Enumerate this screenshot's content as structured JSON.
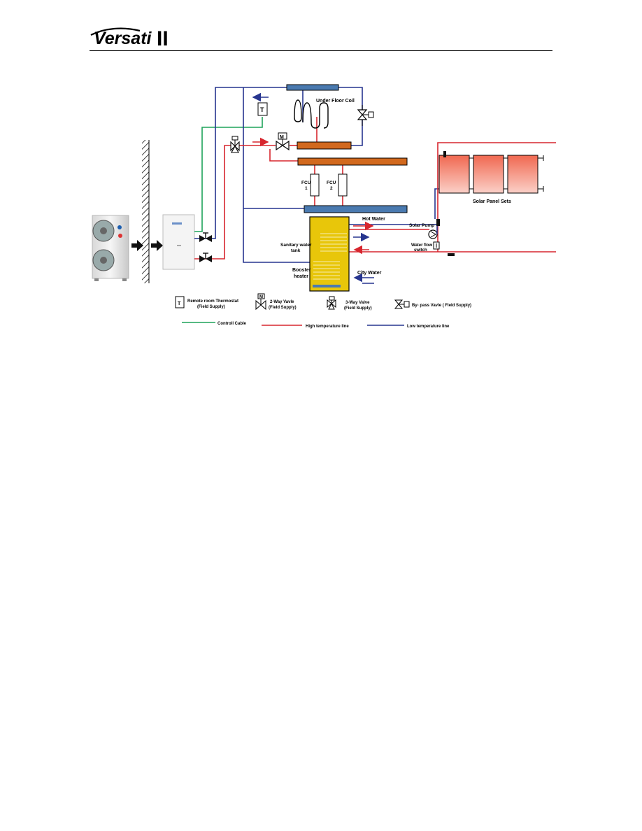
{
  "header": {
    "logo_text": "Versati",
    "logo_suffix": "II"
  },
  "diagram": {
    "labels": {
      "under_floor_coil": "Under Floor Coil",
      "fcu1_line1": "FCU",
      "fcu1_line2": "1",
      "fcu2_line1": "FCU",
      "fcu2_line2": "2",
      "solar_panel_sets": "Solar Panel Sets",
      "hot_water": "Hot  Water",
      "solar_pump": "Solar Pump",
      "water_flow_switch_line1": "Water flow",
      "water_flow_switch_line2": "switch",
      "sanitary_tank_line1": "Sanitary water",
      "sanitary_tank_line2": "tank",
      "booster_heater_line1": "Booster",
      "booster_heater_line2": "heater",
      "city_water": "City  Water",
      "thermostat_symbol": "T",
      "motor_symbol": "M"
    },
    "legend": {
      "thermostat_line1": "Remote room Thermostat",
      "thermostat_line2": "(Field Supply)",
      "two_way_line1": "2-Way Vavle",
      "two_way_line2": "(Field Supply)",
      "three_way_line1": "3-Way Valve",
      "three_way_line2": "(Field Supply)",
      "bypass": "By- pass Vavle ( Field Supply)",
      "control_cable": "Controll Cable",
      "high_temp": "High temperature line",
      "low_temp": "Low temperature line"
    },
    "colors": {
      "high_temperature": "#d7262e",
      "low_temperature": "#27358f",
      "control_cable": "#1ea35a",
      "manifold_blue": "#4a7ab0",
      "manifold_orange": "#d2691e",
      "tank_yellow": "#e8c60a",
      "solar_panel": "#f08070"
    }
  }
}
